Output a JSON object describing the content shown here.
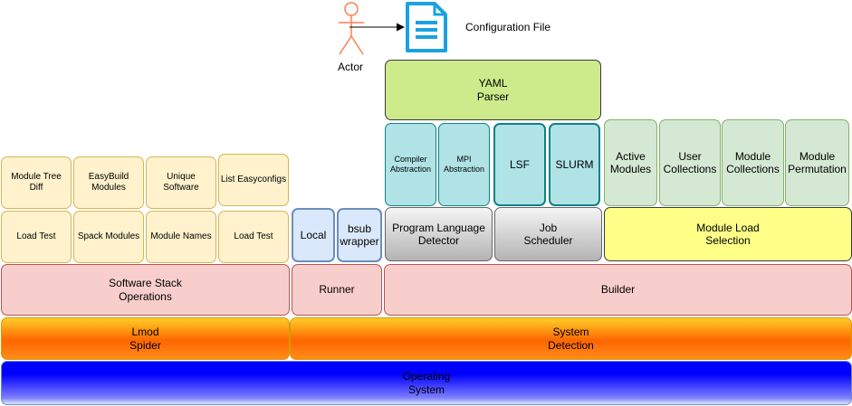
{
  "header": {
    "actor_label": "Actor",
    "config_label": "Configuration File"
  },
  "blocks": {
    "yaml_parser": "YAML\nParser",
    "compiler_abstraction": "Compiler\nAbstraction",
    "mpi_abstraction": "MPI\nAbstraction",
    "lsf": "LSF",
    "slurm": "SLURM",
    "active_modules": "Active\nModules",
    "user_collections": "User\nCollections",
    "module_collections": "Module\nCollections",
    "module_permutation": "Module\nPermutation",
    "module_tree_diff": "Module Tree\nDiff",
    "easybuild_modules": "EasyBuild\nModules",
    "unique_software": "Unique\nSoftware",
    "list_easyconfigs": "List Easyconfigs",
    "load_test_1": "Load Test",
    "spack_modules": "Spack Modules",
    "module_names": "Module Names",
    "load_test_2": "Load Test",
    "local": "Local",
    "bsub_wrapper": "bsub\nwrapper",
    "program_language_detector": "Program Language\nDetector",
    "job_scheduler": "Job\nScheduler",
    "module_load_selection": "Module Load\nSelection",
    "software_stack_operations": "Software Stack\nOperations",
    "runner": "Runner",
    "builder": "Builder",
    "lmod_spider": "Lmod\nSpider",
    "system_detection": "System\nDetection",
    "operating_system": "Operating\nSystem"
  },
  "colors": {
    "config_icon": "#1ba1e2",
    "actor": "#ff7f50"
  }
}
